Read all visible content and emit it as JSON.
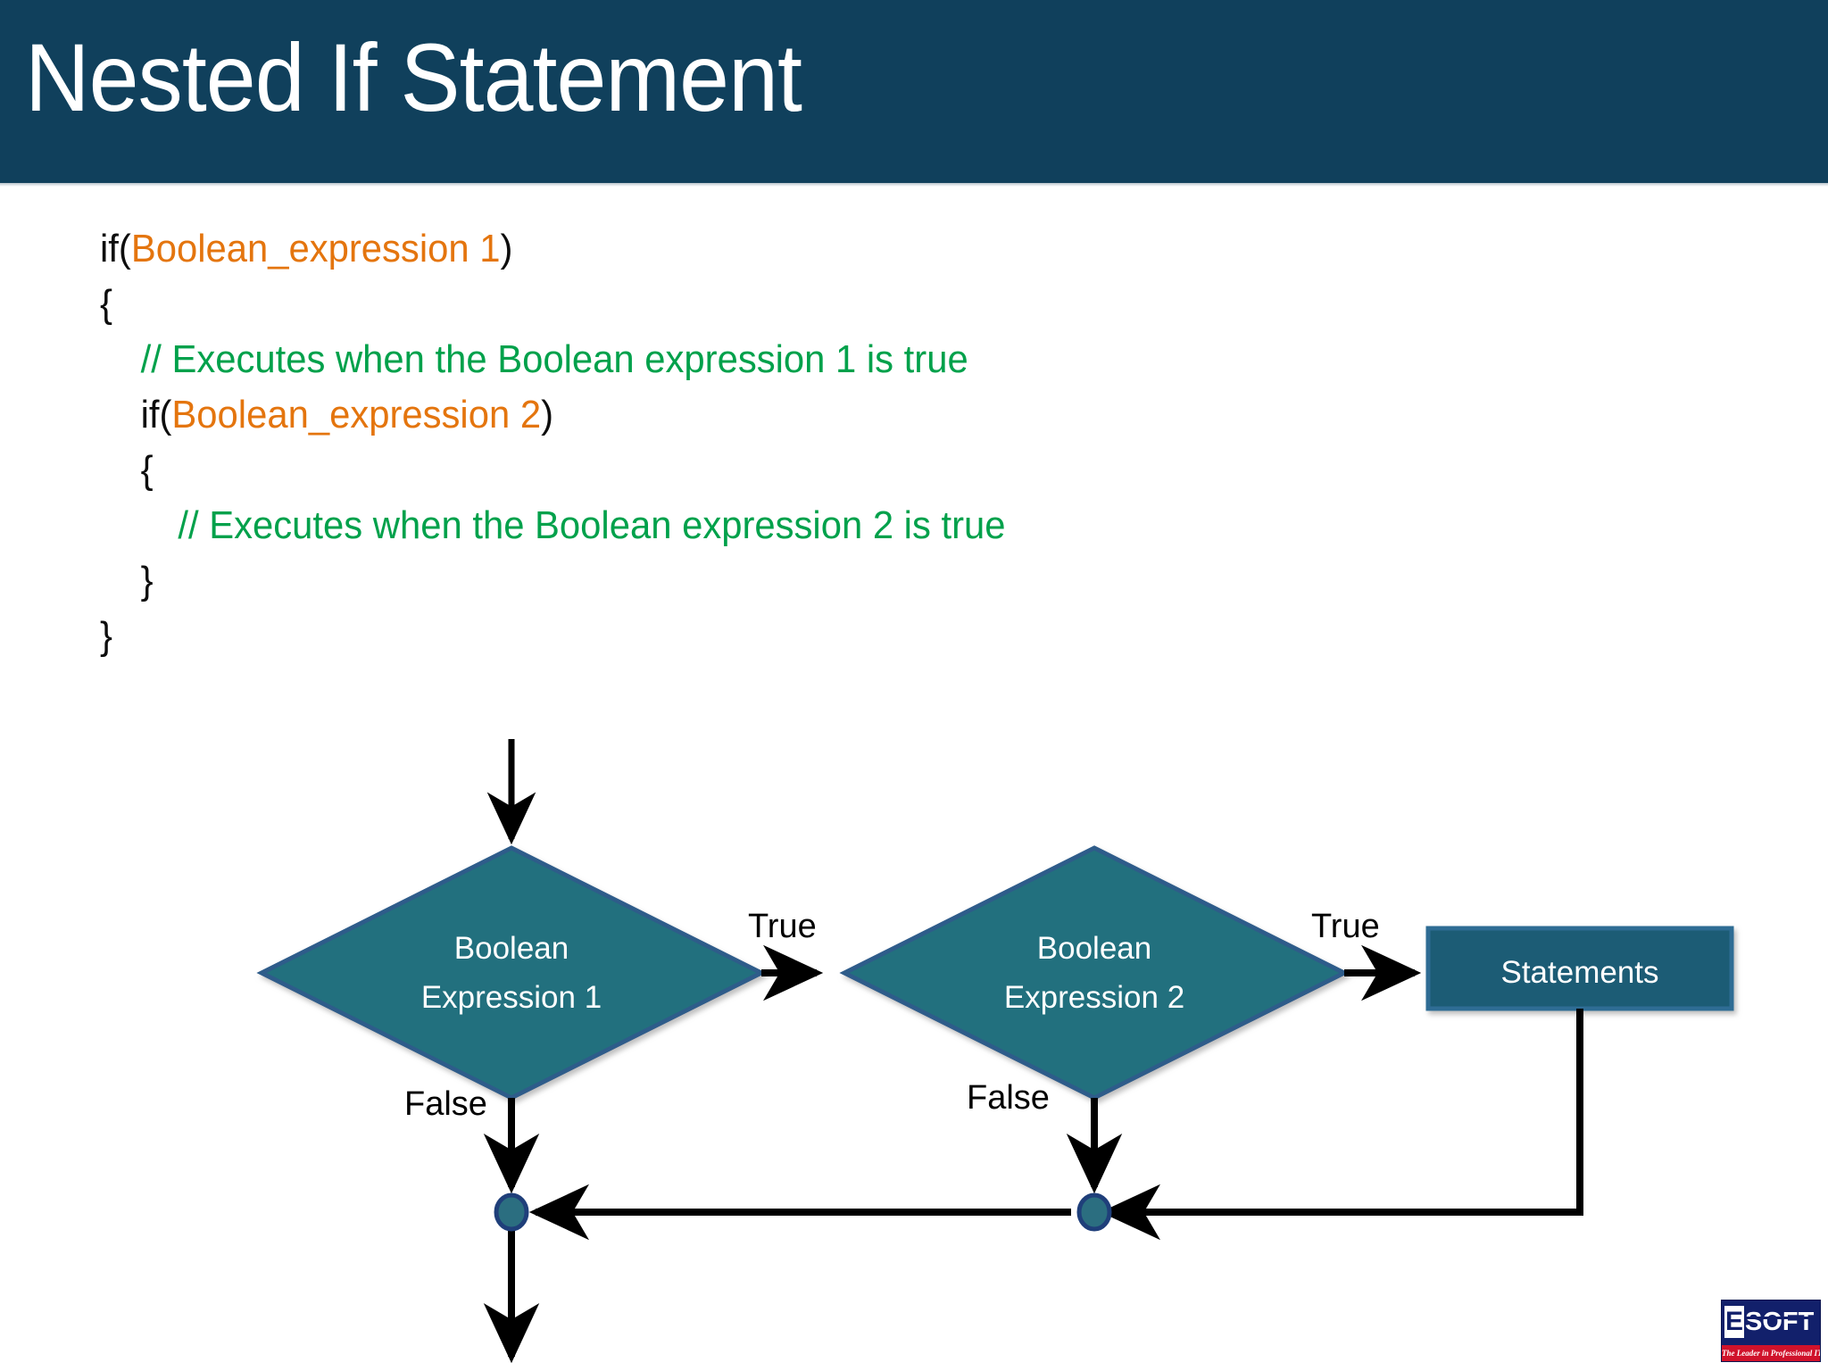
{
  "slide": {
    "title": "Nested If Statement",
    "title_bar_color": "#10405C",
    "background": "#FFFFFF"
  },
  "code": {
    "colors": {
      "keyword": "#0D0D0D",
      "expression": "#E4750E",
      "comment": "#00A14B"
    },
    "lines": [
      {
        "indent": 0,
        "parts": [
          {
            "t": "if(",
            "c": "kw"
          },
          {
            "t": "Boolean_expression 1",
            "c": "expr"
          },
          {
            "t": ")",
            "c": "kw"
          }
        ]
      },
      {
        "indent": 0,
        "parts": [
          {
            "t": "{",
            "c": "kw"
          }
        ]
      },
      {
        "indent": 1,
        "parts": [
          {
            "t": "// Executes when the Boolean expression 1 is true",
            "c": "cmt"
          }
        ]
      },
      {
        "indent": 1,
        "parts": [
          {
            "t": "if(",
            "c": "kw"
          },
          {
            "t": "Boolean_expression 2",
            "c": "expr"
          },
          {
            "t": ")",
            "c": "kw"
          }
        ]
      },
      {
        "indent": 1,
        "parts": [
          {
            "t": "{",
            "c": "kw"
          }
        ]
      },
      {
        "indent": 2,
        "parts": [
          {
            "t": "// Executes when the Boolean expression 2 is true",
            "c": "cmt"
          }
        ]
      },
      {
        "indent": 1,
        "parts": [
          {
            "t": "}",
            "c": "kw"
          }
        ]
      },
      {
        "indent": 0,
        "parts": [
          {
            "t": "}",
            "c": "kw"
          }
        ]
      }
    ],
    "line_1_text": "if(Boolean_expression 1)",
    "line_2_text": "{",
    "line_3_text": "// Executes when the Boolean expression 1 is true",
    "line_4_text": "if(Boolean_expression 2)",
    "line_5_text": "{",
    "line_6_text": "// Executes when the Boolean expression 2 is true",
    "line_7_text": "}",
    "line_8_text": "}",
    "if_keyword_open": "if(",
    "paren_close": ")",
    "expr1": "Boolean_expression 1",
    "expr2": "Boolean_expression 2",
    "brace_open": "{",
    "brace_close": "}",
    "comment1": "// Executes when the Boolean expression 1 is true",
    "comment2": "// Executes when the Boolean expression 2 is true"
  },
  "flowchart": {
    "shape_fill": "#23707E",
    "shape_stroke": "#2E5C8A",
    "box_fill": "#1C5C74",
    "connector_color": "#000000",
    "junction_fill": "#2B6E80",
    "junction_stroke": "#1F3F7A",
    "nodes": [
      {
        "id": "decision1",
        "type": "diamond",
        "line1": "Boolean",
        "line2": "Expression 1"
      },
      {
        "id": "decision2",
        "type": "diamond",
        "line1": "Boolean",
        "line2": "Expression 2"
      },
      {
        "id": "statements",
        "type": "process",
        "label": "Statements"
      },
      {
        "id": "junction1",
        "type": "connector-dot"
      },
      {
        "id": "junction2",
        "type": "connector-dot"
      }
    ],
    "edge_labels": {
      "true1": "True",
      "true2": "True",
      "false1": "False",
      "false2": "False"
    }
  },
  "logo": {
    "e": "E",
    "soft": "SOFT",
    "tagline": "The Leader in Professional IT Education"
  }
}
